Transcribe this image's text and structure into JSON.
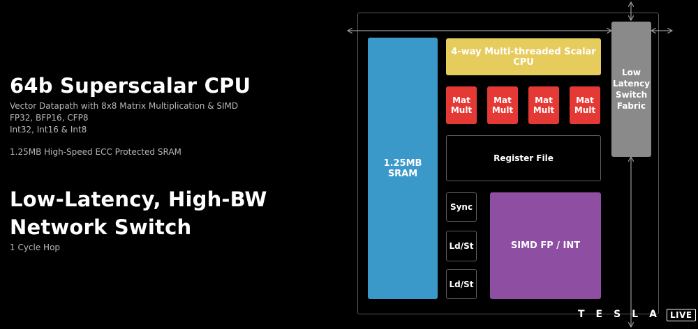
{
  "left": {
    "cpu_title": "64b Superscalar CPU",
    "cpu_lines": [
      "Vector Datapath with 8x8 Matrix Multiplication & SIMD",
      "FP32, BFP16, CFP8",
      "Int32, Int16 & Int8"
    ],
    "sram_note": "1.25MB High-Speed ECC Protected SRAM",
    "switch_title_line1": "Low-Latency, High-BW",
    "switch_title_line2": "Network Switch",
    "switch_note": "1 Cycle Hop"
  },
  "diagram": {
    "sram_label": "1.25MB SRAM",
    "scalar_label": "4-way Multi-threaded Scalar CPU",
    "mat_mult": [
      "Mat\nMult",
      "Mat\nMult",
      "Mat\nMult",
      "Mat\nMult"
    ],
    "register_file_label": "Register File",
    "sync_label": "Sync",
    "ldst_labels": [
      "Ld/St",
      "Ld/St"
    ],
    "simd_label": "SIMD FP / INT",
    "switch_label": "Low\nLatency\nSwitch\nFabric"
  },
  "brand": {
    "logo_text": "TESLA",
    "live_badge": "LIVE"
  },
  "colors": {
    "sram": "#3a99c9",
    "scalar": "#e6cc5c",
    "mat_mult": "#e53935",
    "simd": "#8e4ea2",
    "switch": "#8a8a8a"
  }
}
